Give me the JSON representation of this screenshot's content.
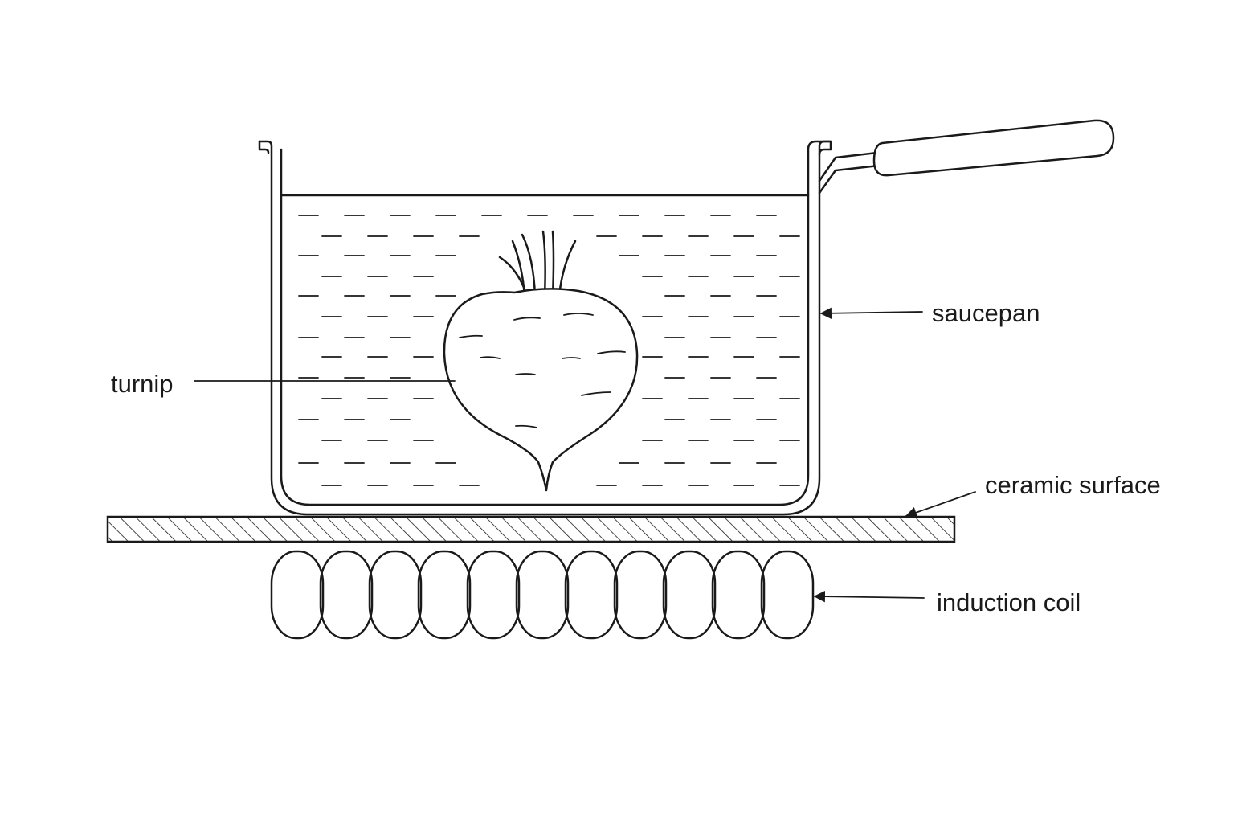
{
  "labels": {
    "saucepan": "saucepan",
    "turnip": "turnip",
    "ceramic_surface": "ceramic surface",
    "induction_coil": "induction coil"
  },
  "colors": {
    "line": "#1a1a1a",
    "background": "#ffffff"
  }
}
